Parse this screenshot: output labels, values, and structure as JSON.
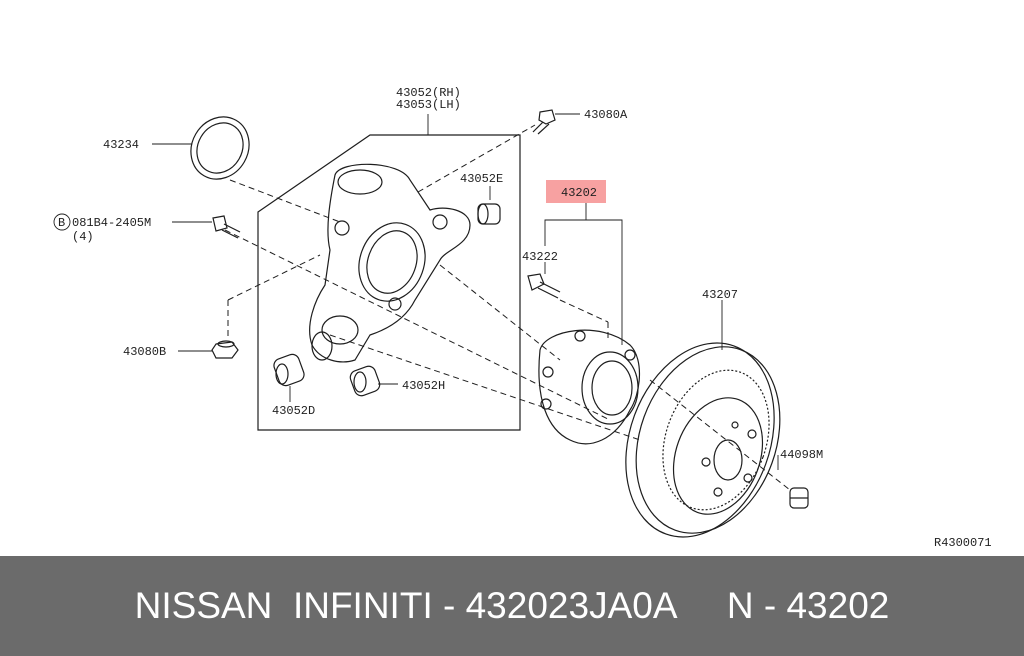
{
  "labels": {
    "knuckle_rh": "43052(RH)",
    "knuckle_lh": "43053(LH)",
    "bolt_a": "43080A",
    "seal": "43234",
    "bushing_e": "43052E",
    "bolt_b_ref": "081B4-2405M",
    "bolt_b_qty": "(4)",
    "bolt_b_circle": "B",
    "highlight_part": "43202",
    "hub_bolt": "43222",
    "rotor": "43207",
    "nut_b": "43080B",
    "bushing_d": "43052D",
    "bushing_h": "43052H",
    "plug": "44098M",
    "ref_code": "R4300071"
  },
  "footer": {
    "text": "NISSAN  INFINITI - 432023JA0A     N - 43202"
  },
  "colors": {
    "highlight": "#f7a1a1",
    "footer_bg": "#6b6b6b"
  }
}
